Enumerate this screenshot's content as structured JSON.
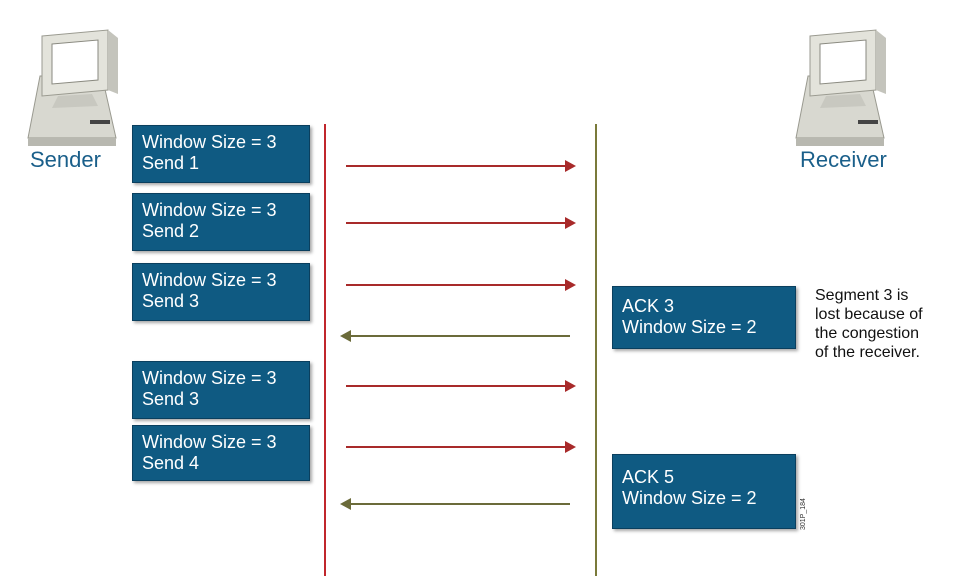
{
  "sender": {
    "label": "Sender",
    "icon": "computer-icon"
  },
  "receiver": {
    "label": "Receiver",
    "icon": "computer-icon"
  },
  "sender_boxes": [
    {
      "line1": "Window Size = 3",
      "line2": "Send 1"
    },
    {
      "line1": "Window Size = 3",
      "line2": "Send 2"
    },
    {
      "line1": "Window Size = 3",
      "line2": "Send 3"
    },
    {
      "line1": "Window Size = 3",
      "line2": "Send 3"
    },
    {
      "line1": "Window Size = 3",
      "line2": "Send 4"
    }
  ],
  "ack_boxes": [
    {
      "line1": "ACK 3",
      "line2": "Window Size = 2"
    },
    {
      "line1": "ACK 5",
      "line2": "Window Size = 2"
    }
  ],
  "note": {
    "line1": "Segment 3 is",
    "line2": "lost because of",
    "line3": "the congestion",
    "line4": "of the receiver."
  },
  "figure_code": "301P_184",
  "colors": {
    "box": "#0f5a82",
    "sender_line": "#c0262c",
    "receiver_line": "#7a7a3a",
    "arrow_right": "#a82a2a",
    "arrow_left": "#6b6b3a",
    "label": "#1a5f8a"
  }
}
